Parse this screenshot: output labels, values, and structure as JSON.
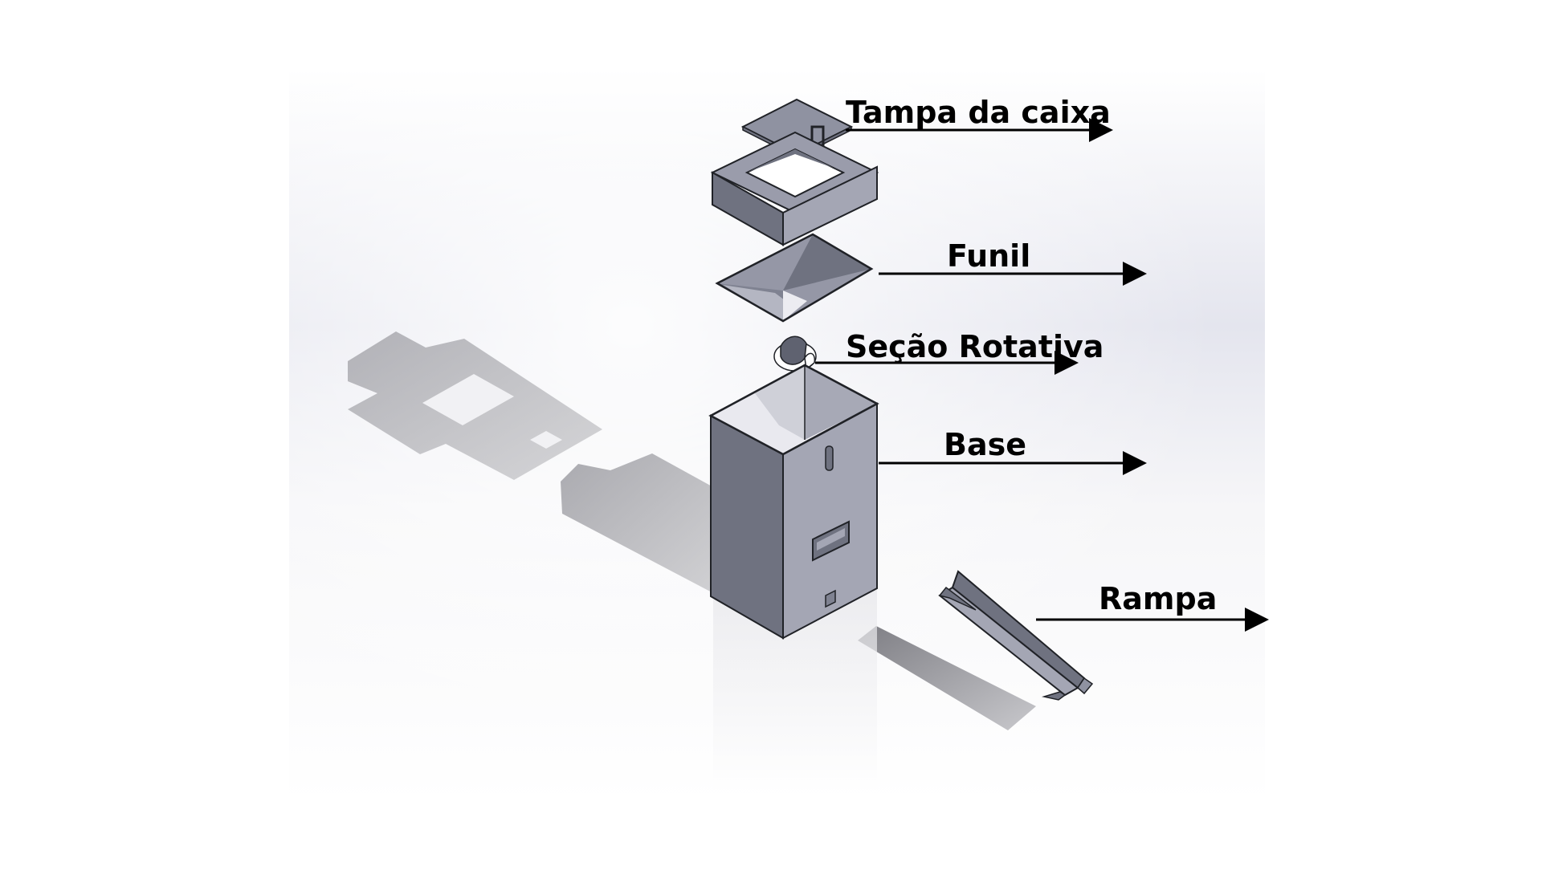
{
  "colors": {
    "background_panel": "#dcdde6",
    "body_light": "#a4a6b4",
    "body_dark": "#6f7280",
    "body_mid": "#8f92a1",
    "edge": "#202227",
    "shadow": "#8d8d93",
    "label": "#000000"
  },
  "components": [
    {
      "id": "tampa",
      "label": "Tampa da caixa"
    },
    {
      "id": "funil",
      "label": "Funil"
    },
    {
      "id": "secao",
      "label": "Seção Rotativa"
    },
    {
      "id": "base",
      "label": "Base"
    },
    {
      "id": "rampa",
      "label": "Rampa"
    }
  ]
}
